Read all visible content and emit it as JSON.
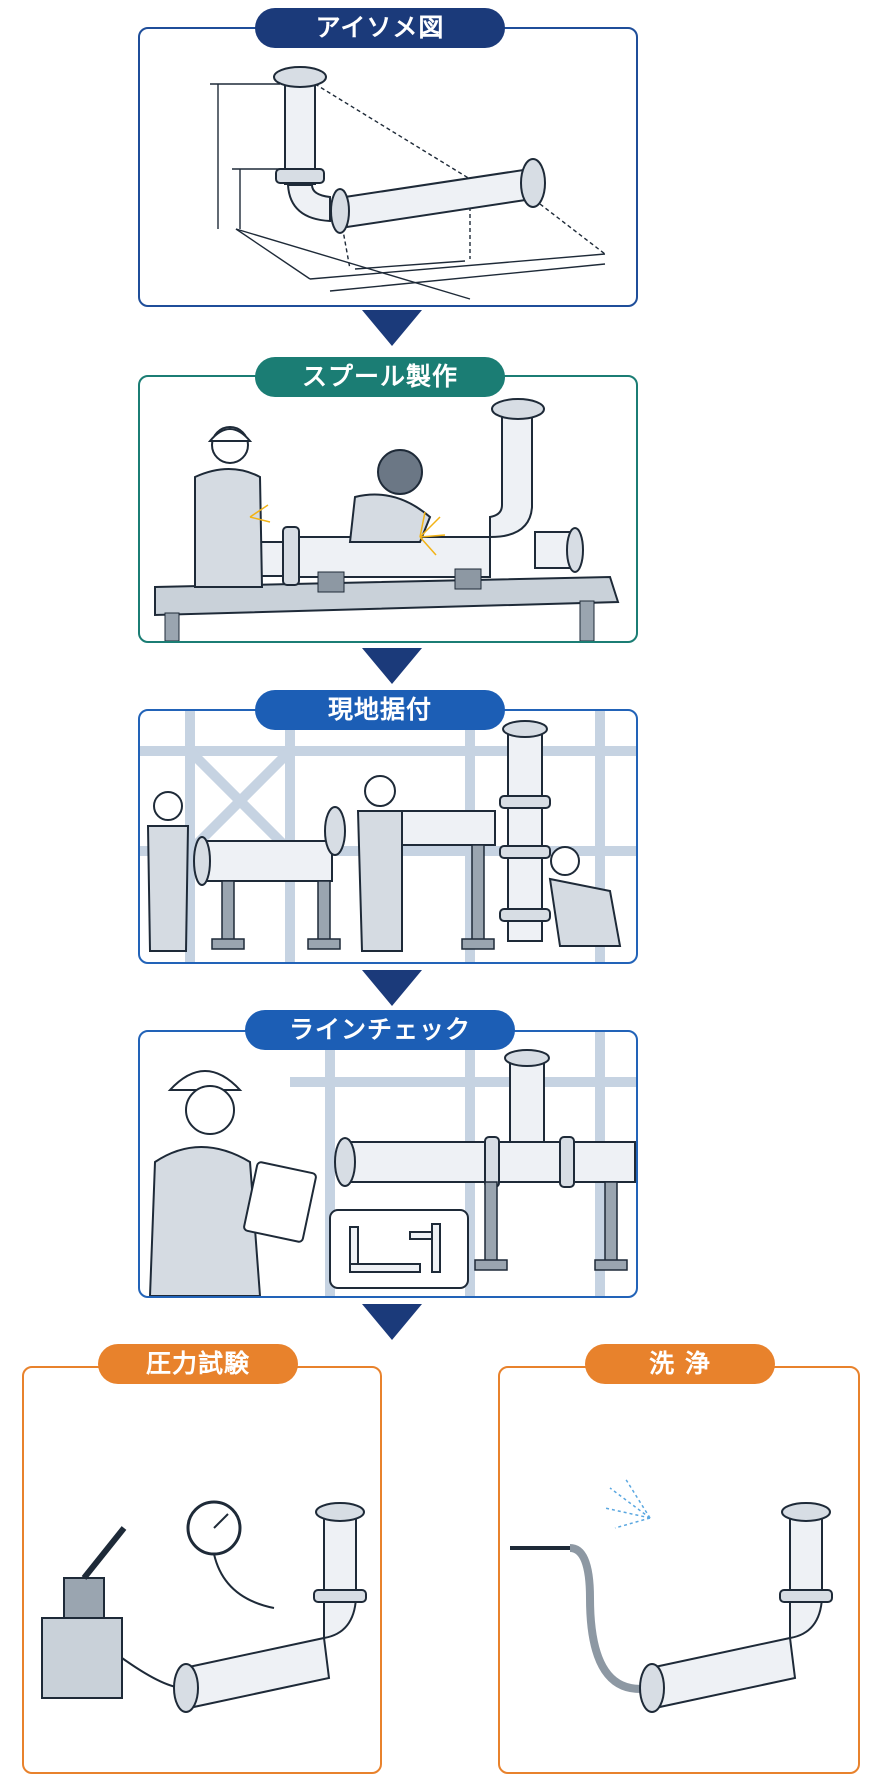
{
  "steps": [
    {
      "id": "isometric",
      "label": "アイソメ図",
      "color": "#1b3a7a",
      "border": "#1f4e9a"
    },
    {
      "id": "spool",
      "label": "スプール製作",
      "color": "#1b7d74",
      "border": "#1b7d74"
    },
    {
      "id": "install",
      "label": "現地据付",
      "color": "#1c5eb5",
      "border": "#2263b8"
    },
    {
      "id": "linecheck",
      "label": "ラインチェック",
      "color": "#1c5eb5",
      "border": "#2263b8"
    },
    {
      "id": "pressure",
      "label": "圧力試験",
      "color": "#e8822c",
      "border": "#e8822c"
    },
    {
      "id": "flush",
      "label": "洗 浄",
      "color": "#e8822c",
      "border": "#e8822c"
    }
  ],
  "colors": {
    "arrow": "#1b3a7a",
    "steel": "#cfd6de",
    "line": "#1e2a38"
  }
}
